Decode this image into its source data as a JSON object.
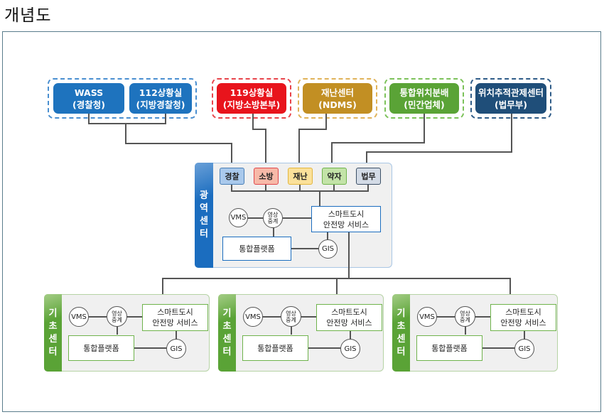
{
  "page": {
    "title": "개념도"
  },
  "colors": {
    "police_blue": "#1e73be",
    "fire_red": "#e8141c",
    "disaster_gold": "#c28f23",
    "location_green": "#5aa336",
    "justice_navy": "#1f4e79",
    "regional_blue": "#1b6dbf",
    "base_green": "#5aa336",
    "line": "#555555"
  },
  "agencies": {
    "police_group": [
      {
        "line1": "WASS",
        "line2": "(경찰청)"
      },
      {
        "line1": "112상황실",
        "line2": "(지방경찰청)"
      }
    ],
    "fire": {
      "line1": "119상황실",
      "line2": "(지방소방본부)"
    },
    "disaster": {
      "line1": "재난센터",
      "line2": "(NDMS)"
    },
    "location": {
      "line1": "통합위치분배",
      "line2": "(민간업체)"
    },
    "justice": {
      "line1": "위치추적관제센터",
      "line2": "(법무부)"
    }
  },
  "regional_center": {
    "label_chars": [
      "광",
      "역",
      "센",
      "터"
    ],
    "chips": [
      "경찰",
      "소방",
      "재난",
      "약자",
      "법무"
    ],
    "vms": "VMS",
    "video_relay": [
      "영상",
      "중계"
    ],
    "smart_city": [
      "스마트도시",
      "안전망 서비스"
    ],
    "platform": "통합플랫폼",
    "gis": "GIS"
  },
  "base_centers": [
    {
      "label_chars": [
        "기",
        "초",
        "센",
        "터"
      ],
      "vms": "VMS",
      "video_relay": [
        "영상",
        "중계"
      ],
      "smart_city": [
        "스마트도시",
        "안전망 서비스"
      ],
      "platform": "통합플랫폼",
      "gis": "GIS"
    },
    {
      "label_chars": [
        "기",
        "초",
        "센",
        "터"
      ],
      "vms": "VMS",
      "video_relay": [
        "영상",
        "중계"
      ],
      "smart_city": [
        "스마트도시",
        "안전망 서비스"
      ],
      "platform": "통합플랫폼",
      "gis": "GIS"
    },
    {
      "label_chars": [
        "기",
        "초",
        "센",
        "터"
      ],
      "vms": "VMS",
      "video_relay": [
        "영상",
        "중계"
      ],
      "smart_city": [
        "스마트도시",
        "안전망 서비스"
      ],
      "platform": "통합플랫폼",
      "gis": "GIS"
    }
  ]
}
